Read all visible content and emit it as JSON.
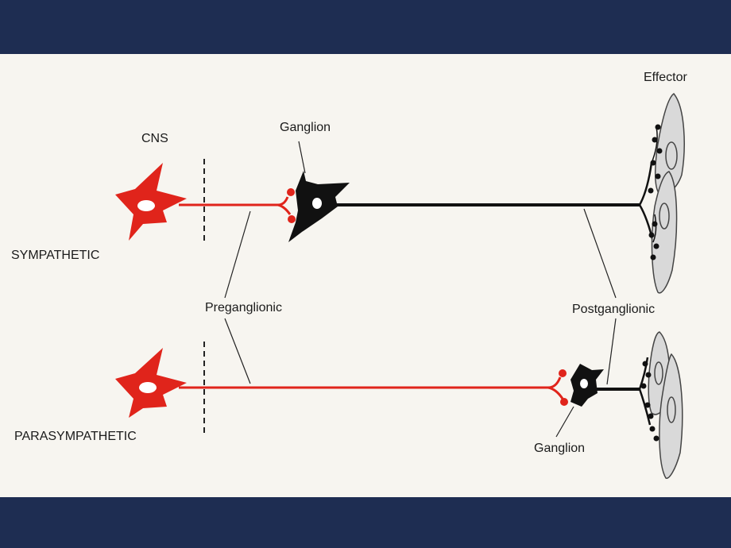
{
  "labels": {
    "effector": "Effector",
    "cns": "CNS",
    "ganglion_top": "Ganglion",
    "sympathetic": "SYMPATHETIC",
    "preganglionic": "Preganglionic",
    "postganglionic": "Postganglionic",
    "parasympathetic": "PARASYMPATHETIC",
    "ganglion_bottom": "Ganglion"
  },
  "colors": {
    "frame": "#1e2d52",
    "paper": "#f7f5f0",
    "preganglionic_neuron": "#e0241b",
    "postganglionic_neuron": "#111111",
    "effector_cell": "#d8d8d8"
  }
}
